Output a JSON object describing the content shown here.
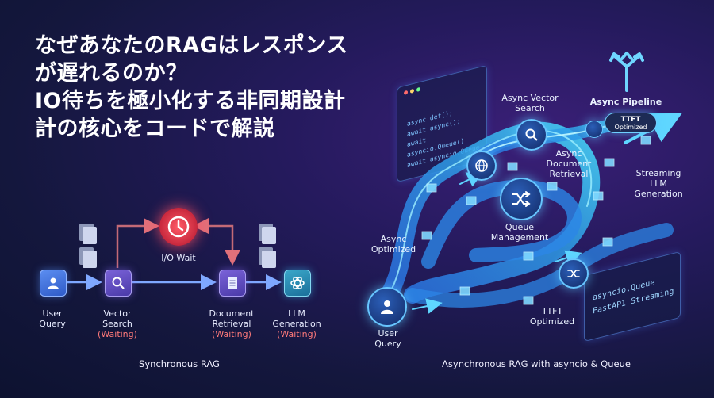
{
  "title": {
    "lines": [
      "なぜあなたのRAGはレスポンス",
      "が遅れるのか？",
      "IO待ちを極小化する非同期設計",
      "計の核心をコードで解説"
    ]
  },
  "sync_diagram": {
    "caption": "Synchronous RAG",
    "io_wait_label": "I/O Wait",
    "nodes": [
      {
        "line1": "User",
        "line2": "Query",
        "status": ""
      },
      {
        "line1": "Vector",
        "line2": "Search",
        "status": "(Waiting)"
      },
      {
        "line1": "Document",
        "line2": "Retrieval",
        "status": "(Waiting)"
      },
      {
        "line1": "LLM",
        "line2": "Generation",
        "status": "(Waiting)"
      }
    ]
  },
  "async_diagram": {
    "caption": "Asynchronous RAG with asyncio & Queue",
    "labels": {
      "user_query": [
        "User",
        "Query"
      ],
      "async_optimized": [
        "Async",
        "Optimized"
      ],
      "async_vector_search": [
        "Async Vector",
        "Search"
      ],
      "async_doc_retrieval": [
        "Async",
        "Document",
        "Retrieval"
      ],
      "queue_management": [
        "Queue",
        "Management"
      ],
      "streaming_llm": [
        "Streaming",
        "LLM",
        "Generation"
      ],
      "ttft_optimized": [
        "TTFT",
        "Optimized"
      ],
      "async_pipeline": "Async Pipeline"
    },
    "pill": {
      "line1": "TTFT",
      "line2": "Optimized"
    },
    "code_lines": [
      "async def();",
      "await async();",
      "await asyncio.Queue()",
      "await asyncio.Queue"
    ],
    "code_panel2": [
      "asyncio.Queue",
      "FastAPI Streaming"
    ]
  },
  "colors": {
    "accent_red": "#ff5a66",
    "accent_cyan": "#5fd6ff",
    "waiting": "#ff7a7a"
  }
}
